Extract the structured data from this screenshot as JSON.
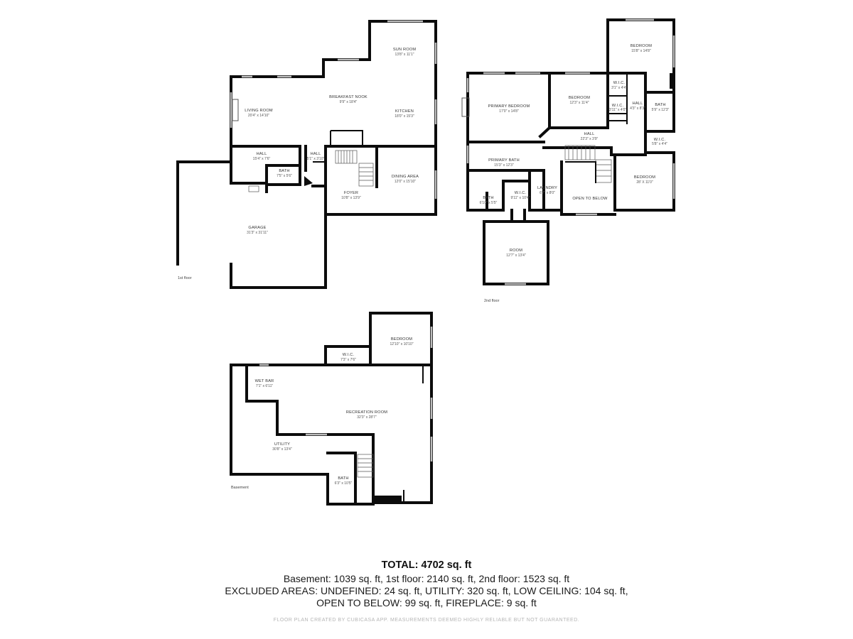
{
  "floors": [
    {
      "label": "1st floor",
      "rooms": [
        {
          "name": "SUN ROOM",
          "dims": "13'8\" x 11'1\""
        },
        {
          "name": "BREAKFAST NOOK",
          "dims": "9'9\" x 18'4\""
        },
        {
          "name": "LIVING ROOM",
          "dims": "20'4\" x 14'10\""
        },
        {
          "name": "KITCHEN",
          "dims": "18'0\" x 15'3\""
        },
        {
          "name": "HALL",
          "dims": "15'4\" x 7'6\""
        },
        {
          "name": "HALL",
          "dims": "5'1\" x 3'10\""
        },
        {
          "name": "BATH",
          "dims": "7'5\" x 5'6\""
        },
        {
          "name": "DINING AREA",
          "dims": "12'0\" x 15'10\""
        },
        {
          "name": "FOYER",
          "dims": "10'8\" x 13'9\""
        },
        {
          "name": "GARAGE",
          "dims": "31'3\" x 31'11\""
        }
      ]
    },
    {
      "label": "2nd floor",
      "rooms": [
        {
          "name": "BEDROOM",
          "dims": "15'8\" x 14'8\""
        },
        {
          "name": "PRIMARY BEDROOM",
          "dims": "17'0\" x 14'8\""
        },
        {
          "name": "BEDROOM",
          "dims": "12'3\" x 11'4\""
        },
        {
          "name": "W.I.C.",
          "dims": "3'1\" x 4'4\""
        },
        {
          "name": "HALL",
          "dims": "4'3\" x 8'3\""
        },
        {
          "name": "W.I.C.",
          "dims": "3'11\" x 4'0\""
        },
        {
          "name": "BATH",
          "dims": "5'9\" x 12'3\""
        },
        {
          "name": "HALL",
          "dims": "22'3\" x 3'9\""
        },
        {
          "name": "W.I.C.",
          "dims": "5'8\" x 4'4\""
        },
        {
          "name": "PRIMARY BATH",
          "dims": "15'3\" x 12'3\""
        },
        {
          "name": "BATH",
          "dims": "6'10\" x 5'5\""
        },
        {
          "name": "W.I.C.",
          "dims": "9'11\" x 10'4\""
        },
        {
          "name": "LAUNDRY",
          "dims": "6'7\" x 8'0\""
        },
        {
          "name": "OPEN TO BELOW",
          "dims": ""
        },
        {
          "name": "BEDROOM",
          "dims": "28' X 11'0\""
        },
        {
          "name": "ROOM",
          "dims": "12'7\" x 13'4\""
        }
      ]
    },
    {
      "label": "Basement",
      "rooms": [
        {
          "name": "BEDROOM",
          "dims": "12'10\" x 10'10\""
        },
        {
          "name": "W.I.C.",
          "dims": "7'3\" x 7'6\""
        },
        {
          "name": "WET BAR",
          "dims": "7'1\" x 6'11\""
        },
        {
          "name": "RECREATION ROOM",
          "dims": "32'3\" x 28'7\""
        },
        {
          "name": "UTILITY",
          "dims": "30'8\" x 13'4\""
        },
        {
          "name": "BATH",
          "dims": "6'3\" x 10'5\""
        }
      ]
    }
  ],
  "summary": {
    "total": "TOTAL: 4702 sq. ft",
    "line1": "Basement: 1039 sq. ft, 1st floor: 2140 sq. ft, 2nd floor: 1523 sq. ft",
    "line2": "EXCLUDED AREAS: UNDEFINED: 24 sq. ft, UTILITY: 320 sq. ft, LOW CEILING: 104 sq. ft,",
    "line3": "OPEN TO BELOW: 99 sq. ft, FIREPLACE: 9 sq. ft"
  },
  "footer": "FLOOR PLAN CREATED BY CUBICASA APP. MEASUREMENTS DEEMED HIGHLY RELIABLE BUT NOT GUARANTEED."
}
